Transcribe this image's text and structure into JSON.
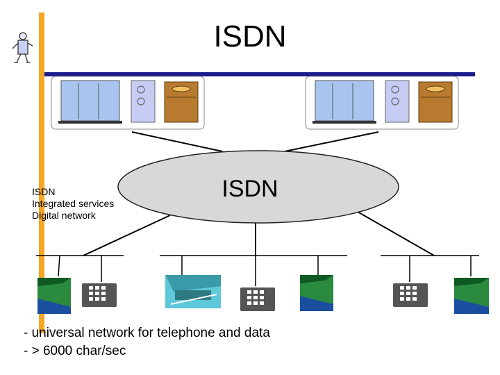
{
  "title": "ISDN",
  "network": {
    "label": "ISDN",
    "colors": {
      "cloud": "#d8d8d8",
      "accent_bar": "#f5a623",
      "title_rule": "#1a1a8c"
    }
  },
  "abbreviation": {
    "line1": "ISDN",
    "line2": "Integrated services",
    "line3": "Digital network"
  },
  "bullets": [
    "- universal network for telephone and data",
    "- > 6000 char/sec"
  ],
  "icons": {
    "mascot": "robot-mascot",
    "exchanges": [
      "telephone-exchange",
      "telephone-exchange"
    ],
    "terminals": [
      "computer-terminal",
      "telephone-keypad",
      "fax-machine",
      "telephone-keypad",
      "computer-terminal",
      "telephone-keypad",
      "computer-terminal"
    ]
  }
}
